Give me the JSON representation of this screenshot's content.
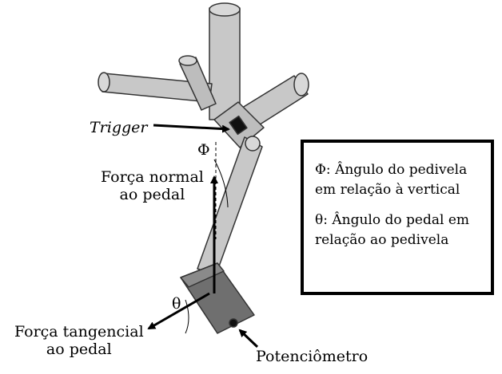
{
  "labels": {
    "trigger": "Trigger",
    "phi": "Φ",
    "normal_force": [
      "Força normal",
      "ao pedal"
    ],
    "theta": "θ",
    "tangential_force": [
      "Força tangencial",
      "ao pedal"
    ],
    "potentiometer": "Potenciômetro"
  },
  "legend": {
    "phi_def": [
      "Φ: Ângulo do pedivela",
      "em relação à vertical"
    ],
    "theta_def": [
      "θ: Ângulo do pedal em",
      "relação ao pedivela"
    ]
  },
  "colors": {
    "tube": "#c8c8c8",
    "tube_shadow": "#a9a9a9",
    "pedal": "#6f6f6f",
    "outline": "#333333"
  }
}
